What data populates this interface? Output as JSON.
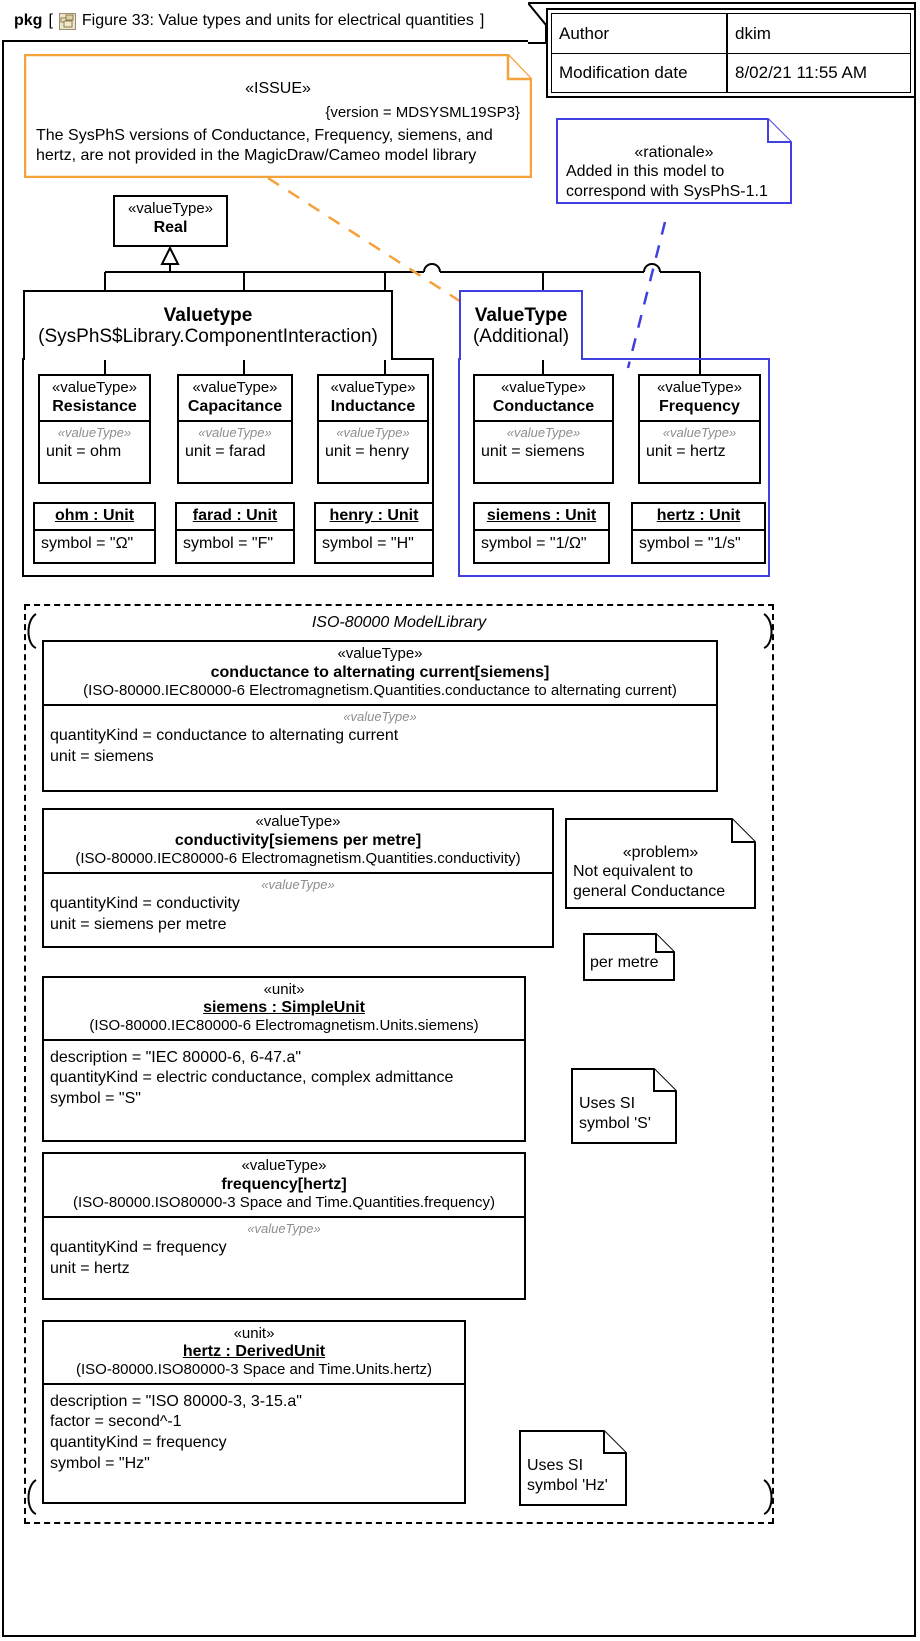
{
  "diagram": {
    "kind": "pkg",
    "bracket_open": "[",
    "bracket_close": "]",
    "title": "Figure 33: Value types and units for electrical quantities",
    "icon": "package-icon"
  },
  "metadata": {
    "rows": [
      {
        "key": "Author",
        "value": "dkim"
      },
      {
        "key": "Modification date",
        "value": "8/02/21 11:55 AM"
      }
    ]
  },
  "notes": {
    "issue": {
      "stereotype": "«ISSUE»",
      "tagged_value": "{version = MDSYSML19SP3}",
      "line1": "The SysPhS versions of Conductance, Frequency, siemens, and",
      "line2": "hertz, are not provided in the MagicDraw/Cameo model library",
      "color": "#F5A13C"
    },
    "rationale": {
      "stereotype": "«rationale»",
      "line1": "Added in this model to",
      "line2": "correspond with SysPhS-1.1",
      "color": "#4040E0"
    },
    "problem": {
      "stereotype": "«problem»",
      "line1": "Not equivalent to",
      "line2": "general Conductance"
    },
    "per_metre": {
      "text": "per metre"
    },
    "uses_si_s": {
      "line1": "Uses SI",
      "line2": "symbol 'S'"
    },
    "uses_si_hz": {
      "line1": "Uses SI",
      "line2": "symbol 'Hz'"
    }
  },
  "real": {
    "stereotype": "«valueType»",
    "name": "Real"
  },
  "packages": {
    "sysphs": {
      "name": "Valuetype",
      "qualified": "(SysPhS$Library.ComponentInteraction)",
      "color": "#000000"
    },
    "additional": {
      "name": "ValueType",
      "qualified": "(Additional)",
      "color": "#4040E0"
    }
  },
  "valuetypes": [
    {
      "stereotype": "«valueType»",
      "name": "Resistance",
      "prop_kw": "«valueType»",
      "props": [
        "unit = ohm"
      ]
    },
    {
      "stereotype": "«valueType»",
      "name": "Capacitance",
      "prop_kw": "«valueType»",
      "props": [
        "unit = farad"
      ]
    },
    {
      "stereotype": "«valueType»",
      "name": "Inductance",
      "prop_kw": "«valueType»",
      "props": [
        "unit = henry"
      ]
    },
    {
      "stereotype": "«valueType»",
      "name": "Conductance",
      "prop_kw": "«valueType»",
      "props": [
        "unit = siemens"
      ]
    },
    {
      "stereotype": "«valueType»",
      "name": "Frequency",
      "prop_kw": "«valueType»",
      "props": [
        "unit = hertz"
      ]
    }
  ],
  "unit_instances": [
    {
      "name": "ohm : Unit",
      "props": [
        "symbol = \"Ω\""
      ]
    },
    {
      "name": "farad : Unit",
      "props": [
        "symbol = \"F\""
      ]
    },
    {
      "name": "henry : Unit",
      "props": [
        "symbol = \"H\""
      ]
    },
    {
      "name": "siemens : Unit",
      "props": [
        "symbol = \"1/Ω\""
      ]
    },
    {
      "name": "hertz : Unit",
      "props": [
        "symbol = \"1/s\""
      ]
    }
  ],
  "iso_library": {
    "label": "ISO-80000 ModelLibrary",
    "elements": [
      {
        "stereotype": "«valueType»",
        "name": "conductance to alternating current[siemens]",
        "qualified": "(ISO-80000.IEC80000-6 Electromagnetism.Quantities.conductance to alternating current)",
        "prop_kw": "«valueType»",
        "props": [
          "quantityKind = conductance to alternating current",
          "unit = siemens"
        ]
      },
      {
        "stereotype": "«valueType»",
        "name": "conductivity[siemens per metre]",
        "qualified": "(ISO-80000.IEC80000-6 Electromagnetism.Quantities.conductivity)",
        "prop_kw": "«valueType»",
        "props": [
          "quantityKind = conductivity",
          "unit = siemens per metre"
        ]
      },
      {
        "stereotype": "«unit»",
        "name": "siemens : SimpleUnit",
        "qualified": "(ISO-80000.IEC80000-6 Electromagnetism.Units.siemens)",
        "props": [
          "description = \"IEC 80000-6, 6-47.a\"",
          "quantityKind = electric conductance, complex admittance",
          "symbol = \"S\""
        ]
      },
      {
        "stereotype": "«valueType»",
        "name": "frequency[hertz]",
        "qualified": "(ISO-80000.ISO80000-3 Space and Time.Quantities.frequency)",
        "prop_kw": "«valueType»",
        "props": [
          "quantityKind = frequency",
          "unit = hertz"
        ]
      },
      {
        "stereotype": "«unit»",
        "name": "hertz : DerivedUnit",
        "qualified": "(ISO-80000.ISO80000-3 Space and Time.Units.hertz)",
        "props": [
          "description = \"ISO 80000-3, 3-15.a\"",
          "factor = second^-1",
          "quantityKind = frequency",
          "symbol = \"Hz\""
        ]
      }
    ]
  }
}
